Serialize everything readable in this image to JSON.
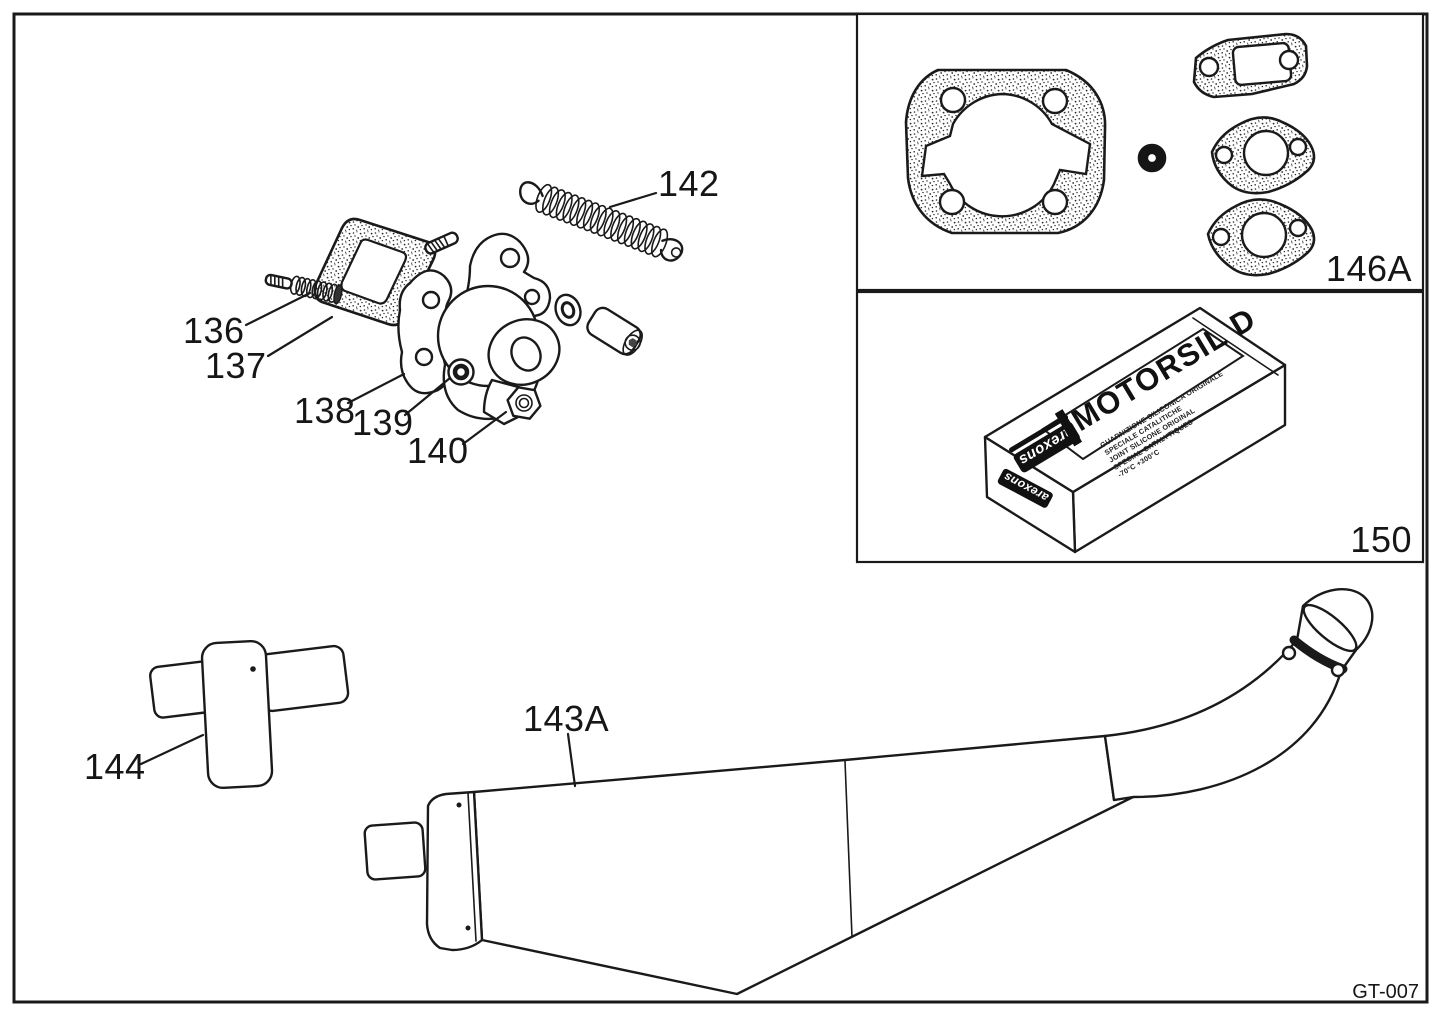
{
  "page": {
    "drawing_code": "GT-007",
    "paper_color": "#ffffff",
    "ink_color": "#1a1a1a"
  },
  "callouts": {
    "stud": "136",
    "manifold_gasket": "137",
    "exhaust_flange": "138",
    "o_ring": "139",
    "nut": "140",
    "spring": "142",
    "silencer": "143A",
    "bracket": "144",
    "gasket_set": "146A",
    "sealant": "150"
  },
  "sealant_box": {
    "brand": "arexons",
    "product_name": "MOTORSIL D",
    "description_lines": [
      "GUARNIZIONE SILICONICA ORIGINALE",
      "SPECIALE CATALITICHE",
      "JOINT SILICONE ORIGINAL",
      "SPECIAL CATALYTIQUES",
      "-70°C +300°C"
    ]
  }
}
